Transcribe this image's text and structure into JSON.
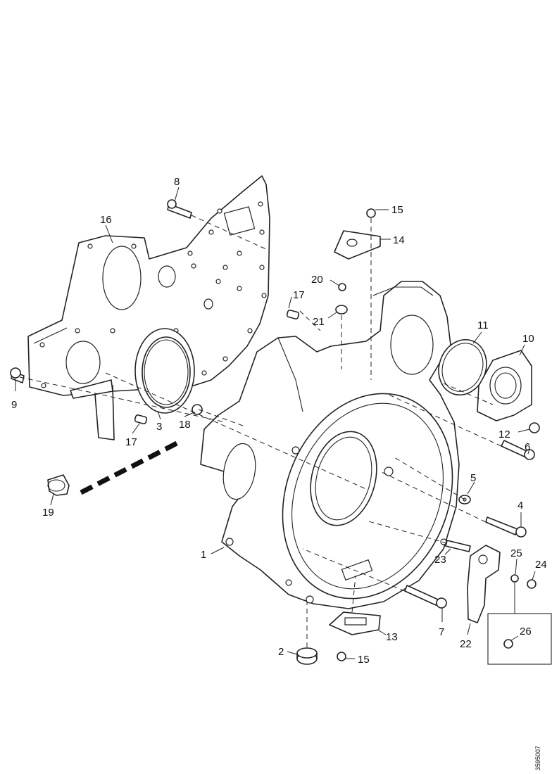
{
  "callouts": {
    "c1": "1",
    "c2": "2",
    "c3": "3",
    "c4": "4",
    "c5": "5",
    "c6": "6",
    "c7": "7",
    "c8": "8",
    "c9": "9",
    "c10": "10",
    "c11": "11",
    "c12": "12",
    "c13": "13",
    "c14": "14",
    "c15a": "15",
    "c15b": "15",
    "c16": "16",
    "c17a": "17",
    "c17b": "17",
    "c18": "18",
    "c19": "19",
    "c20": "20",
    "c21": "21",
    "c22": "22",
    "c23": "23",
    "c24": "24",
    "c25": "25",
    "c26": "26"
  },
  "reference_code": "3595007"
}
